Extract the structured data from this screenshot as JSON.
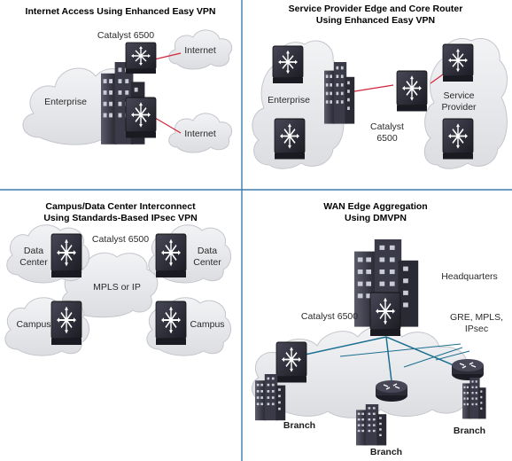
{
  "panels": {
    "top_left": {
      "title": "Internet Access Using Enhanced Easy VPN",
      "catalyst": "Catalyst 6500",
      "enterprise": "Enterprise",
      "internet_1": "Internet",
      "internet_2": "Internet"
    },
    "top_right": {
      "title_line1": "Service Provider Edge and Core Router",
      "title_line2": "Using Enhanced Easy VPN",
      "enterprise": "Enterprise",
      "catalyst_line1": "Catalyst",
      "catalyst_line2": "6500",
      "sp_line1": "Service",
      "sp_line2": "Provider"
    },
    "bottom_left": {
      "title_line1": "Campus/Data Center Interconnect",
      "title_line2": "Using Standards-Based IPsec VPN",
      "catalyst": "Catalyst 6500",
      "dc_left_line1": "Data",
      "dc_left_line2": "Center",
      "dc_right_line1": "Data",
      "dc_right_line2": "Center",
      "mpls": "MPLS or IP",
      "campus_left": "Campus",
      "campus_right": "Campus"
    },
    "bottom_right": {
      "title_line1": "WAN Edge Aggregation",
      "title_line2": "Using DMVPN",
      "headquarters": "Headquarters",
      "catalyst": "Catalyst 6500",
      "gre_line1": "GRE, MPLS,",
      "gre_line2": "IPsec",
      "branch_left": "Branch",
      "branch_center": "Branch",
      "branch_right": "Branch"
    }
  },
  "colors": {
    "divider": "#3b7bb0",
    "cloud_fill": "#e8e9ec",
    "device": "#2d2d38",
    "link_red": "#d0263a",
    "link_teal": "#1a6f8f"
  }
}
